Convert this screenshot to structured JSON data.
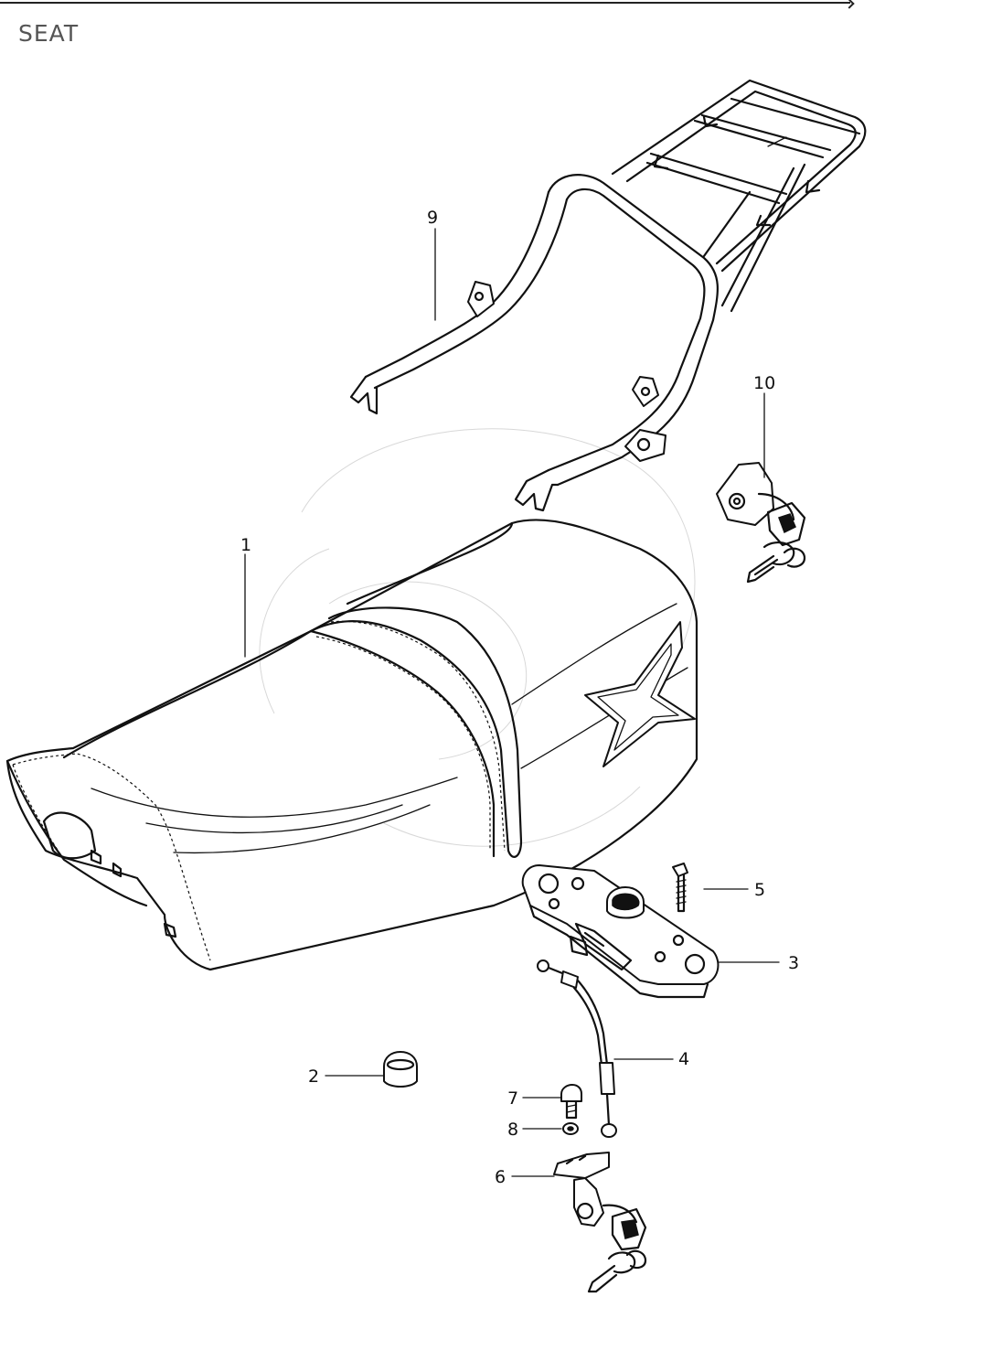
{
  "header": {
    "title": "SEAT"
  },
  "callouts": [
    {
      "id": "1",
      "label": "1"
    },
    {
      "id": "2",
      "label": "2"
    },
    {
      "id": "3",
      "label": "3"
    },
    {
      "id": "4",
      "label": "4"
    },
    {
      "id": "5",
      "label": "5"
    },
    {
      "id": "6",
      "label": "6"
    },
    {
      "id": "7",
      "label": "7"
    },
    {
      "id": "8",
      "label": "8"
    },
    {
      "id": "9",
      "label": "9"
    },
    {
      "id": "10",
      "label": "10"
    }
  ]
}
